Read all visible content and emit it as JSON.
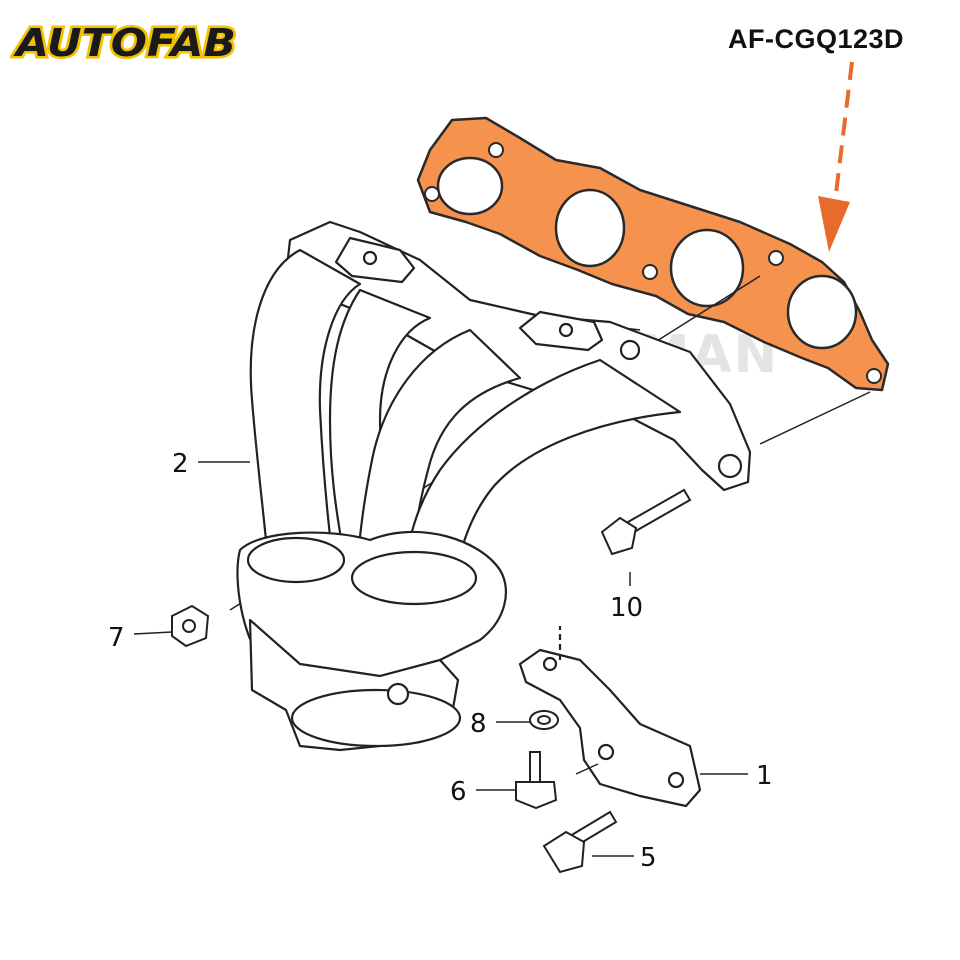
{
  "brand": {
    "name": "AUTOFAB",
    "text_color": "#1a1a1a",
    "outline_color": "#f2c200"
  },
  "part_number": "AF-CGQ123D",
  "watermark": "FPMAN",
  "colors": {
    "gasket_fill": "#f5934e",
    "gasket_stroke": "#2a2a2a",
    "arrow": "#e86a2c",
    "line_art": "#222222"
  },
  "callouts": [
    {
      "id": "1",
      "label": "1",
      "part": "bracket"
    },
    {
      "id": "2",
      "label": "2",
      "part": "exhaust-manifold"
    },
    {
      "id": "5",
      "label": "5",
      "part": "flange-bolt"
    },
    {
      "id": "6",
      "label": "6",
      "part": "flange-bolt"
    },
    {
      "id": "7",
      "label": "7",
      "part": "flange-nut"
    },
    {
      "id": "8",
      "label": "8",
      "part": "washer"
    },
    {
      "id": "10",
      "label": "10",
      "part": "flange-bolt"
    }
  ]
}
